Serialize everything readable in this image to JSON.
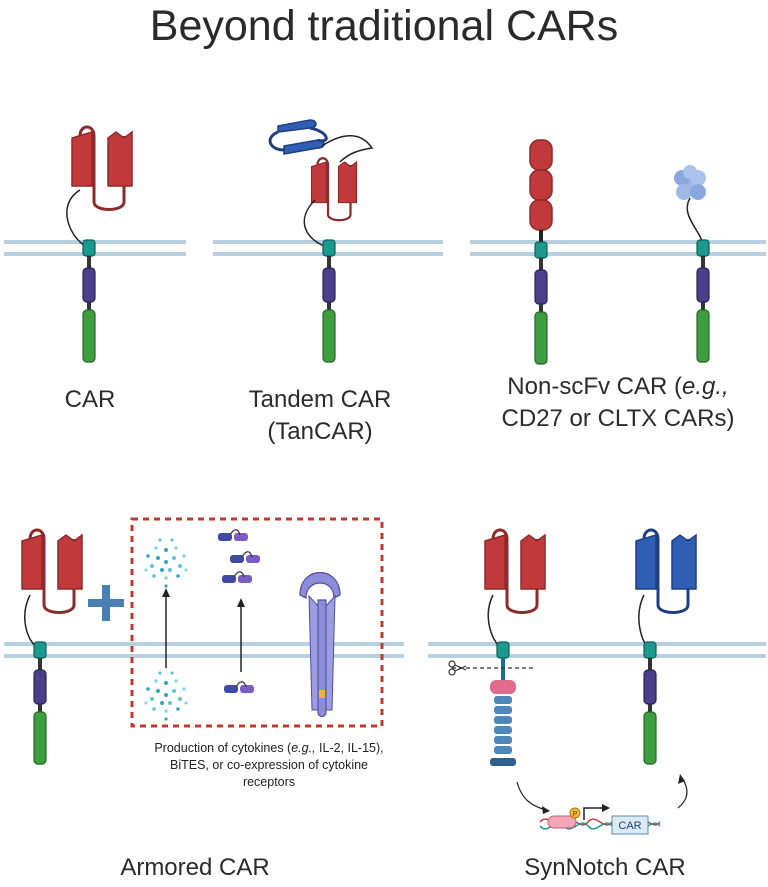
{
  "title": "Beyond traditional CARs",
  "panels": {
    "car": {
      "label": "CAR"
    },
    "tandem": {
      "label_line1": "Tandem CAR",
      "label_line2": "(TanCAR)"
    },
    "nonscfv": {
      "label_line1_a": "Non-scFv CAR (",
      "label_line1_em": "e.g.,",
      "label_line2": "CD27 or CLTX CARs)"
    },
    "armored": {
      "label": "Armored CAR",
      "caption_a": "Production of cytokines (",
      "caption_em": "e.g.,",
      "caption_b": " IL-2, IL-15),",
      "caption_line2": "BiTES, or co-expression of cytokine",
      "caption_line3": "receptors"
    },
    "synnotch": {
      "label": "SynNotch CAR",
      "gene_label": "CAR",
      "promoter_label": "P"
    }
  },
  "colors": {
    "scfv_red": "#c0393b",
    "scfv_blue": "#2f5fb5",
    "hinge_teal": "#1a9a8e",
    "tm_purple": "#4b3f8c",
    "signal_green": "#3e9e3f",
    "membrane": "#b7cfe0",
    "dashed_box": "#c0392b",
    "plus": "#4a7fb5"
  },
  "icons": [
    "scissors-icon",
    "cytokine-dots-icon",
    "bite-icon",
    "cytokine-receptor-icon",
    "dna-icon"
  ]
}
